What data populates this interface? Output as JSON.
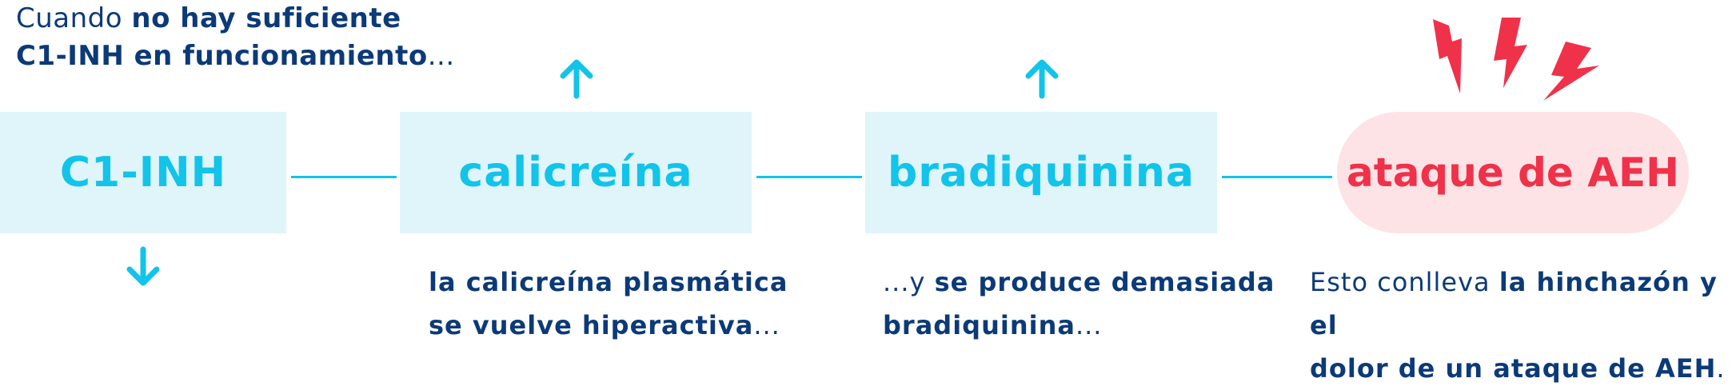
{
  "intro": {
    "prefix": "Cuando ",
    "bold1": "no hay suficiente",
    "bold2": "C1-INH en funcionamiento",
    "suffix": "..."
  },
  "nodes": [
    {
      "label": "C1-INH",
      "arrow": "down"
    },
    {
      "label": "calicreína",
      "arrow": "up"
    },
    {
      "label": "bradiquinina",
      "arrow": "up"
    },
    {
      "label": "ataque de AEH",
      "arrow": "none"
    }
  ],
  "captions": {
    "kallikrein": {
      "bold1": "la calicreína plasmática",
      "bold2": "se vuelve hiperactiva",
      "suffix": "..."
    },
    "bradykinin": {
      "prefix": "...y ",
      "bold1": "se produce demasiada",
      "bold2": "bradiquinina",
      "suffix": "..."
    },
    "attack": {
      "prefix": "Esto conlleva ",
      "bold1": "la hinchazón y el",
      "bold2": "dolor de un ataque de AEH",
      "suffix": "."
    }
  },
  "colors": {
    "cyan": "#12c3ea",
    "box_bg": "#dff5fa",
    "navy": "#0c3a78",
    "red": "#f0314a",
    "pink_bg": "#fde3e6"
  }
}
